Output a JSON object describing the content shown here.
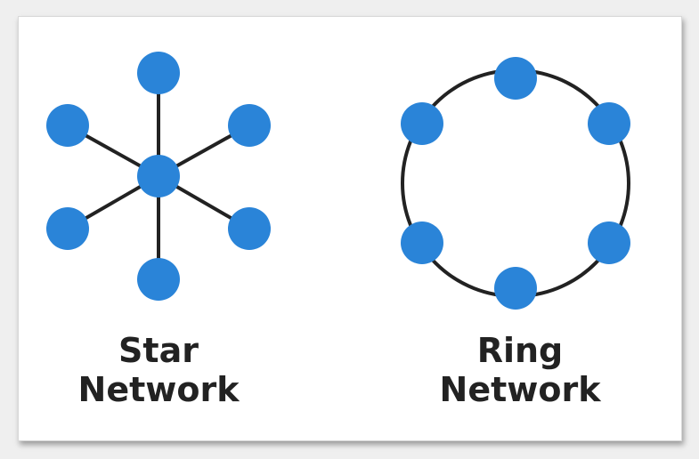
{
  "colors": {
    "node_fill": "#2a84d8",
    "link_stroke": "#222222",
    "card_background": "#ffffff",
    "text": "#222222"
  },
  "star": {
    "title_line1": "Star",
    "title_line2": "Network",
    "node_count": 7
  },
  "ring": {
    "title_line1": "Ring",
    "title_line2": "Network",
    "node_count": 6
  }
}
